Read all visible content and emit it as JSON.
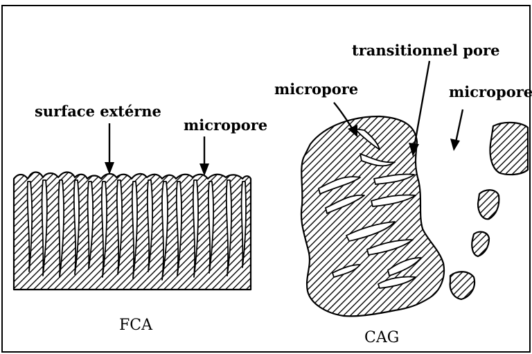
{
  "labels": {
    "surface_externe": "surface extérne",
    "micropore_left": "micropore",
    "transitionnel_pore": "transitionnel pore",
    "micropore_right_left": "micropore",
    "micropore_right_right": "micropore"
  },
  "captions": {
    "left": "FCA",
    "right": "CAG"
  }
}
